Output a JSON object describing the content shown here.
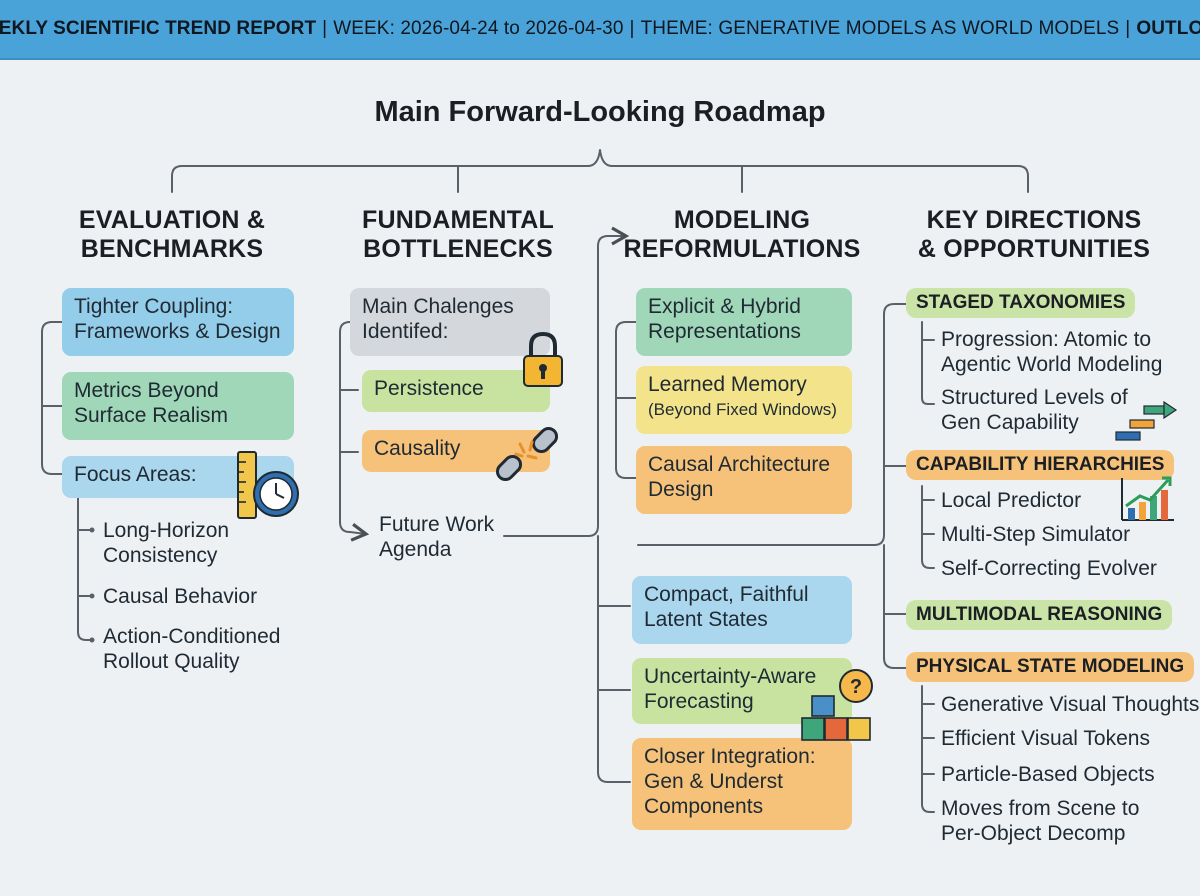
{
  "header": {
    "report_label": "WEEKLY SCIENTIFIC TREND REPORT",
    "week": "WEEK: 2026-04-24 to 2026-04-30",
    "theme": "THEME: GENERATIVE MODELS AS WORLD MODELS",
    "outlook": "OUTLOOK"
  },
  "title": "Main Forward-Looking Roadmap",
  "col1": {
    "head1": "EVALUATION &",
    "head2": "BENCHMARKS",
    "box1": [
      "Tighter Coupling:",
      "Frameworks & Design"
    ],
    "box2": [
      "Metrics Beyond",
      "Surface Realism"
    ],
    "box3": "Focus Areas:",
    "items": [
      [
        "Long-Horizon",
        "Consistency"
      ],
      [
        "Causal Behavior"
      ],
      [
        "Action-Conditioned",
        "Rollout Quality"
      ]
    ]
  },
  "col2": {
    "head1": "FUNDAMENTAL",
    "head2": "BOTTLENECKS",
    "box1": [
      "Main Chalenges",
      "Identifed:"
    ],
    "box2": "Persistence",
    "box3": "Causality",
    "future": [
      "Future Work",
      "Agenda"
    ]
  },
  "col3": {
    "head1": "MODELING",
    "head2": "REFORMULATIONS",
    "box1": [
      "Explicit & Hybrid",
      "Representations"
    ],
    "box2": [
      "Learned Memory",
      "(Beyond Fixed Windows)"
    ],
    "box3": [
      "Causal Architecture",
      "Design"
    ],
    "box4": [
      "Compact, Faithful",
      "Latent States"
    ],
    "box5": [
      "Uncertainty-Aware",
      "Forecasting"
    ],
    "box6": [
      "Closer Integration:",
      "Gen & Underst",
      "Components"
    ]
  },
  "col4": {
    "head1": "KEY DIRECTIONS",
    "head2": "& OPPORTUNITIES",
    "staged": {
      "label": "STAGED TAXONOMIES",
      "items": [
        [
          "Progression: Atomic to",
          "Agentic World Modeling"
        ],
        [
          "Structured Levels of",
          "Gen Capability"
        ]
      ]
    },
    "capability": {
      "label": "CAPABILITY HIERARCHIES",
      "items": [
        "Local Predictor",
        "Multi-Step Simulator",
        "Self-Correcting Evolver"
      ]
    },
    "multimodal": {
      "label": "MULTIMODAL REASONING"
    },
    "physical": {
      "label": "PHYSICAL STATE MODELING",
      "items": [
        [
          "Generative Visual Thoughts"
        ],
        [
          "Efficient Visual Tokens"
        ],
        [
          "Particle-Based Objects"
        ],
        [
          "Moves from Scene to",
          "Per-Object Decomp"
        ]
      ]
    }
  },
  "icons": [
    "ruler-clock-icon",
    "padlock-icon",
    "broken-chain-icon",
    "blocks-question-icon",
    "staged-arrows-icon",
    "growth-chart-icon"
  ],
  "colors": {
    "header": "#4aa3d8",
    "blue": "#93cdea",
    "green": "#9fd7b8",
    "lime": "#c8e3a0",
    "orange": "#f6c27a",
    "yellow": "#f3e38a",
    "gray": "#d4d7db"
  }
}
